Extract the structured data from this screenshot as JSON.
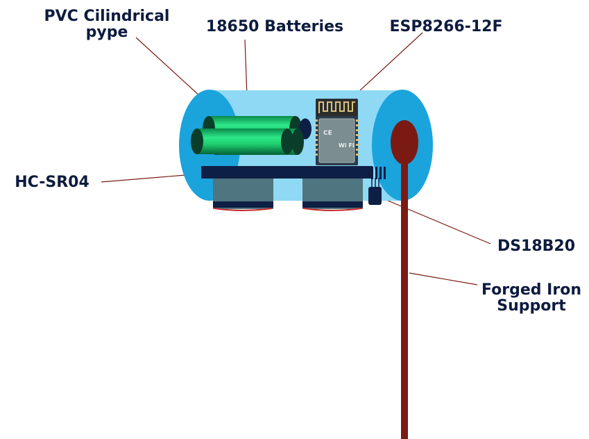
{
  "labels": {
    "pvc": [
      "PVC Cilindrical",
      "pype"
    ],
    "batteries": "18650 Batteries",
    "esp": "ESP8266-12F",
    "hcsr04": "HC-SR04",
    "ds18b20": "DS18B20",
    "iron": [
      "Forged Iron",
      "Support"
    ]
  },
  "module_marks": {
    "logo": "Wi Fi",
    "cert": "CE"
  },
  "colors": {
    "label_text": "#0d1b3e",
    "leader_line": "#7a1a12",
    "pipe_body": "#8fd9f5",
    "pipe_end": "#1ba3dc",
    "battery": "#1fcf6e",
    "battery_dark": "#0a3d2a",
    "board": "#0e1f45",
    "sensor_face": "#4f7580",
    "sensor_ring": "#c62828",
    "esp_pcb": "#2a3a4a",
    "esp_shield": "#7b8d8e",
    "iron": "#7b1a12"
  }
}
